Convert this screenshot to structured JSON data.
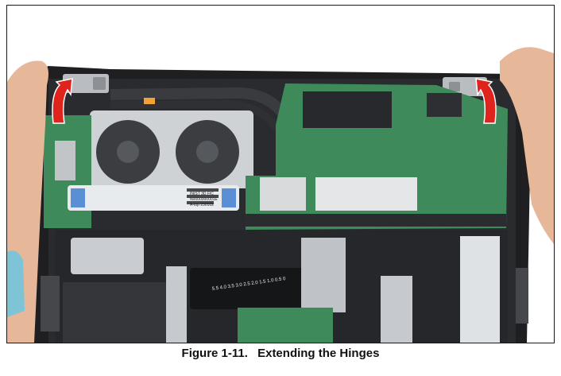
{
  "figure": {
    "number": "Figure 1-11.",
    "title": "Extending the Hinges"
  },
  "photo": {
    "subject": "laptop base with bottom cover removed, both hinges being lifted",
    "labels": {
      "ssd_line1": "INIST 3D FIC",
      "ssd_line2": "N0000000001E",
      "ssd_line3": "A-top 230102",
      "cable_scale": "5.5 4.0 3.5 3.0 2.5 2.0 1.5 1.0 0.5 0"
    },
    "colors": {
      "arrow": "#e0231c",
      "board": "#3f8a5a",
      "chassis": "#1f1f22",
      "metal": "#b9bcc0",
      "skin": "#e7b79a"
    }
  }
}
